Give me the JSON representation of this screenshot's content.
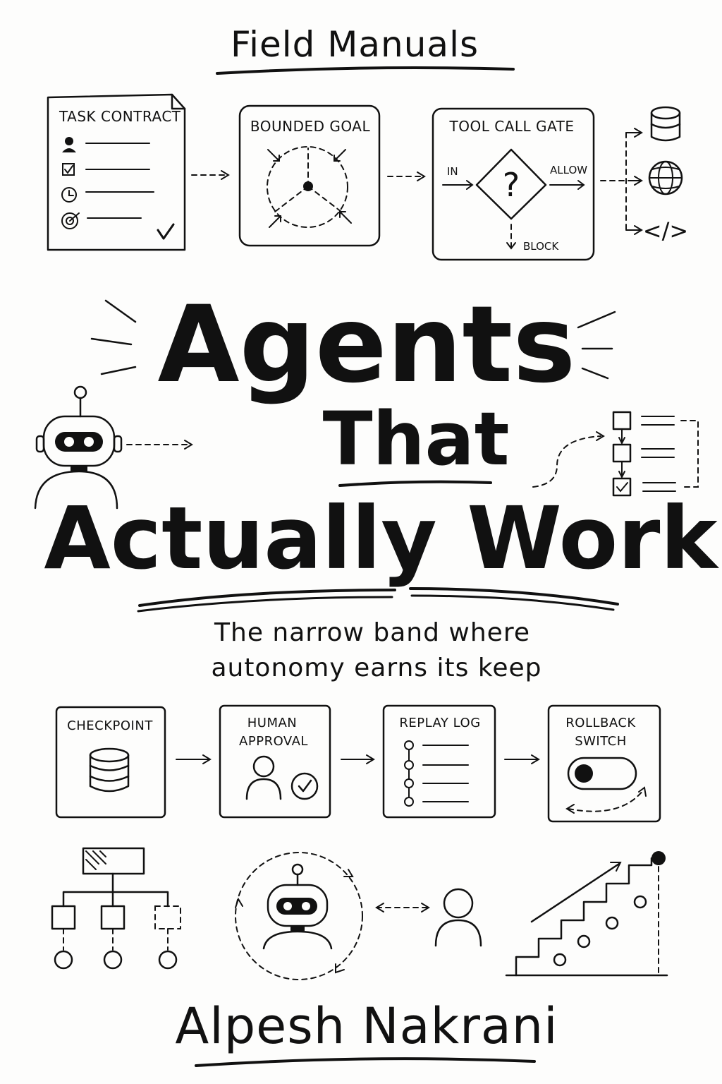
{
  "cover": {
    "series": "Field Manuals",
    "title_line1": "Agents",
    "title_line2": "That",
    "title_line3": "Actually Work",
    "subtitle_line1": "The narrow band where",
    "subtitle_line2": "autonomy earns its keep",
    "author": "Alpesh Nakrani"
  },
  "top_flow": {
    "task_contract": "TASK CONTRACT",
    "bounded_goal": "BOUNDED GOAL",
    "tool_call_gate": "TOOL CALL GATE",
    "gate_in": "IN",
    "gate_allow": "ALLOW",
    "gate_block": "BLOCK",
    "gate_symbol": "?",
    "code_symbol": "</>"
  },
  "bottom_flow": {
    "checkpoint": "CHECKPOINT",
    "human_approval_1": "HUMAN",
    "human_approval_2": "APPROVAL",
    "replay_log": "REPLAY LOG",
    "rollback_1": "ROLLBACK",
    "rollback_2": "SWITCH"
  },
  "icons": {
    "contract_rows": [
      "user-icon",
      "checkbox-icon",
      "clock-icon",
      "target-icon"
    ],
    "outputs": [
      "database-icon",
      "globe-icon",
      "code-icon"
    ]
  },
  "colors": {
    "ink": "#111111",
    "paper": "#fdfdfc"
  }
}
